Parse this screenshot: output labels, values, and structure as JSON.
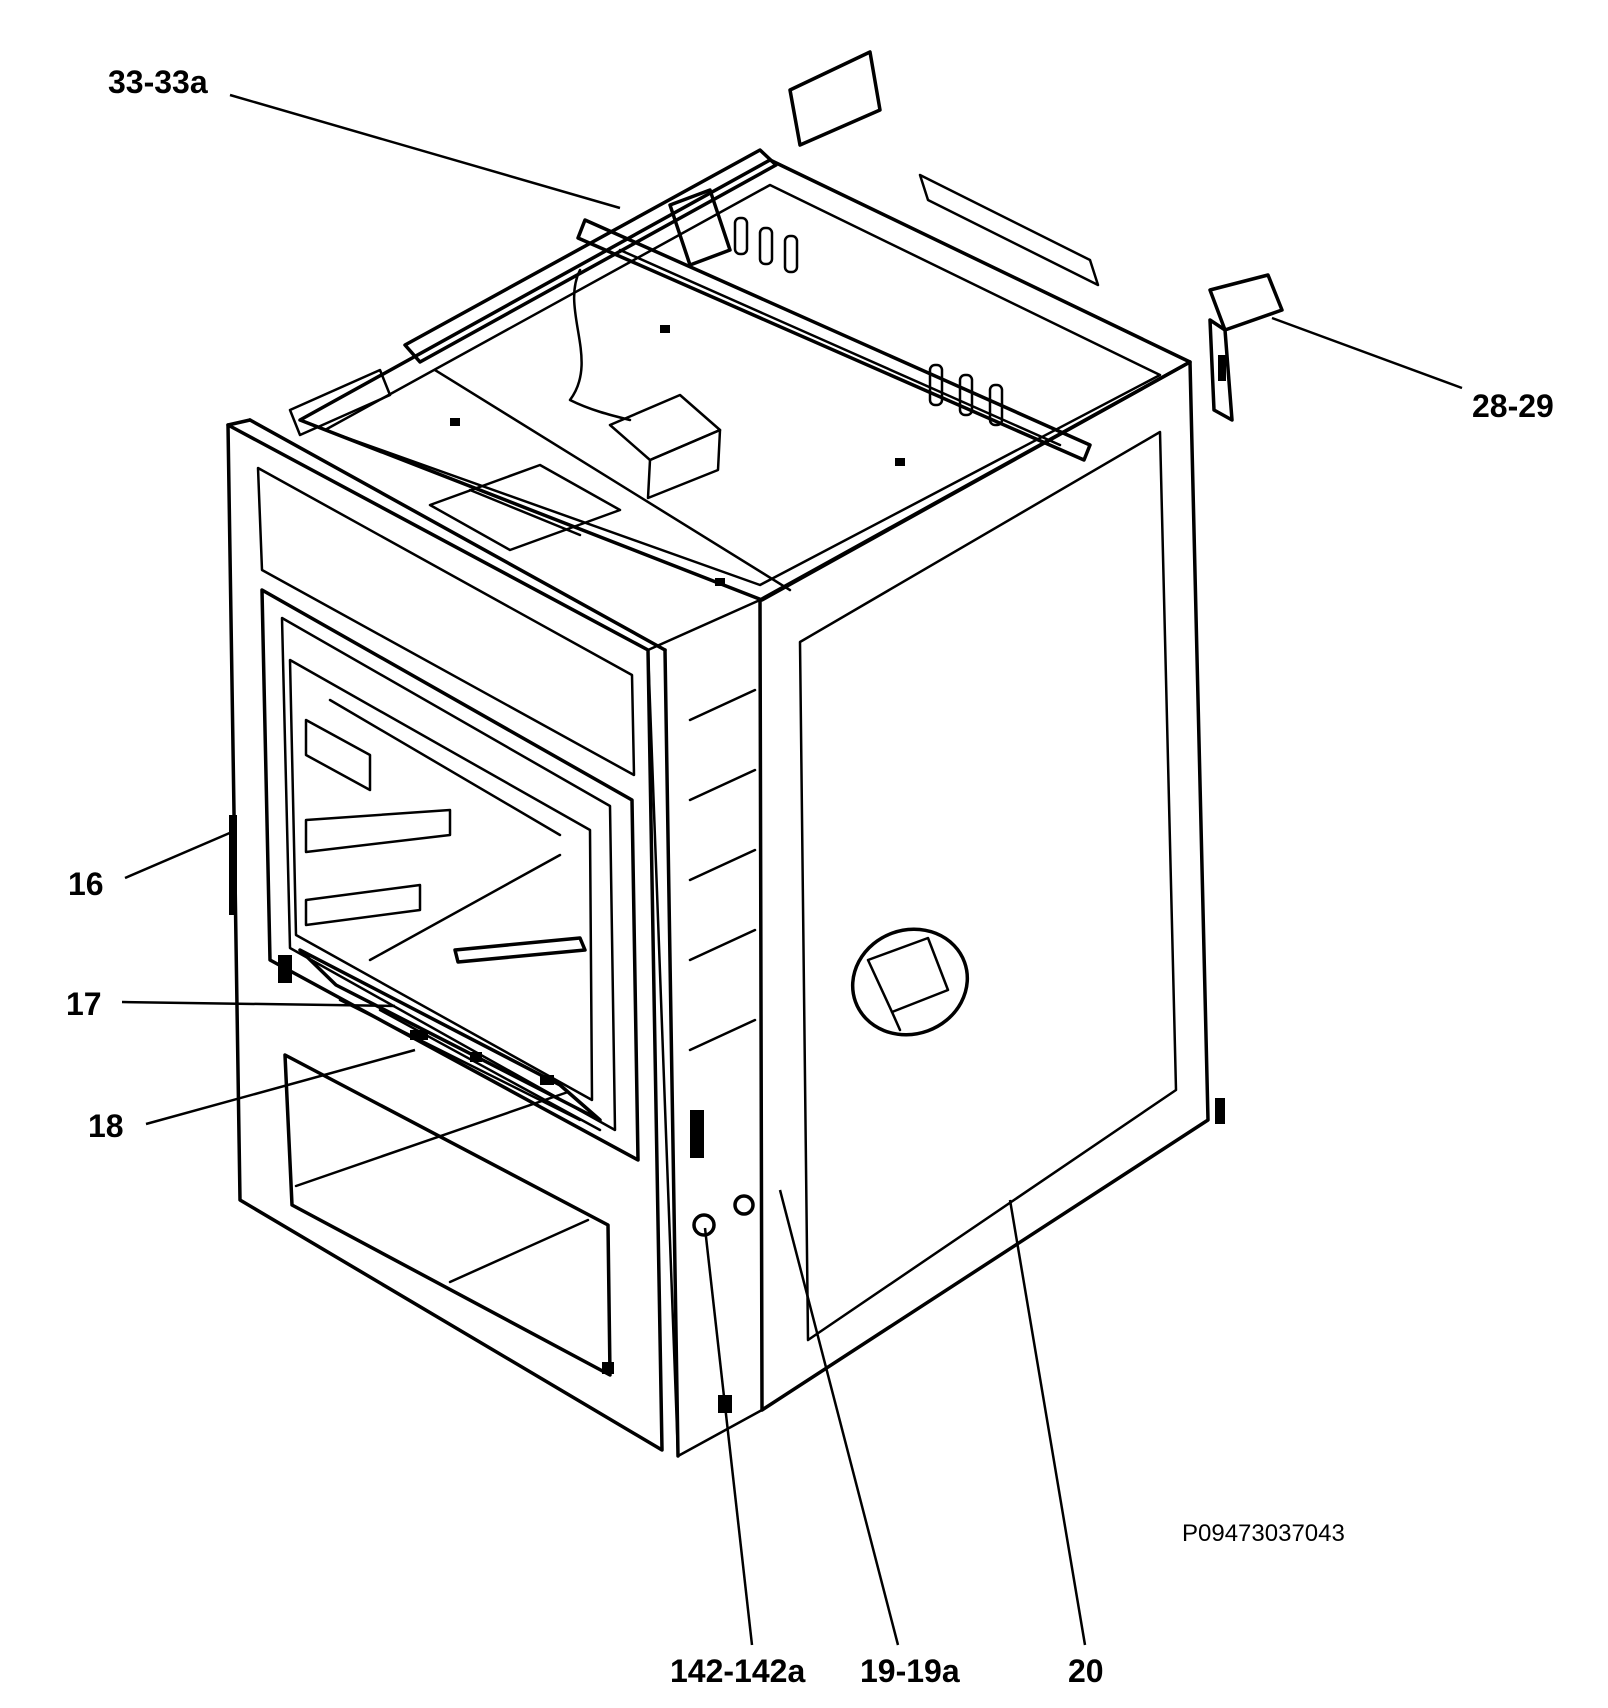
{
  "callouts": {
    "c33": "33-33a",
    "c28": "28-29",
    "c16": "16",
    "c17": "17",
    "c18": "18",
    "c142": "142-142a",
    "c19": "19-19a",
    "c20": "20"
  },
  "reference_code": "P09473037043",
  "colors": {
    "ink": "#000000",
    "paper": "#ffffff"
  }
}
